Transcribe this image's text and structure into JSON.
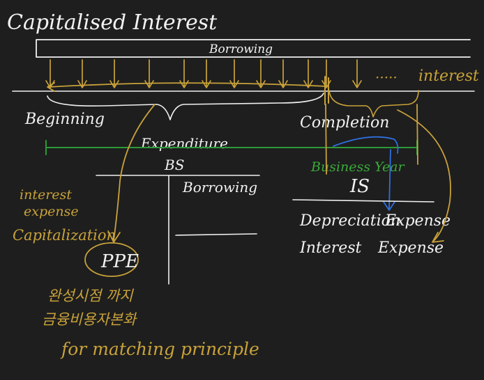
{
  "title": "Capitalised Interest",
  "borrowing_bar_label": "Borrowing",
  "interest_dots": "·····",
  "interest_label": "interest",
  "beginning_label": "Beginning",
  "completion_label": "Completion",
  "expenditure_label": "Expenditure",
  "business_year_label": "Business Year",
  "balance_sheet": {
    "header": "BS",
    "credit_label": "Borrowing"
  },
  "income_statement": {
    "header": "IS",
    "row1_left": "Depreciation",
    "row1_right": "Expense",
    "row2_left": "Interest",
    "row2_right": "Expense"
  },
  "capitalisation_note": {
    "line1": "interest",
    "line2": "expense",
    "line3": "Capitalization"
  },
  "ppe_label": "PPE",
  "korean_note": {
    "line1": "완성시점 까지",
    "line2": "금융비용자본화"
  },
  "matching_note": "for matching principle",
  "colors": {
    "background": "#1e1e1e",
    "chalk_white": "#f0f0f0",
    "gold": "#c9a23a",
    "green": "#2e9a36",
    "blue": "#2f6fe0"
  }
}
